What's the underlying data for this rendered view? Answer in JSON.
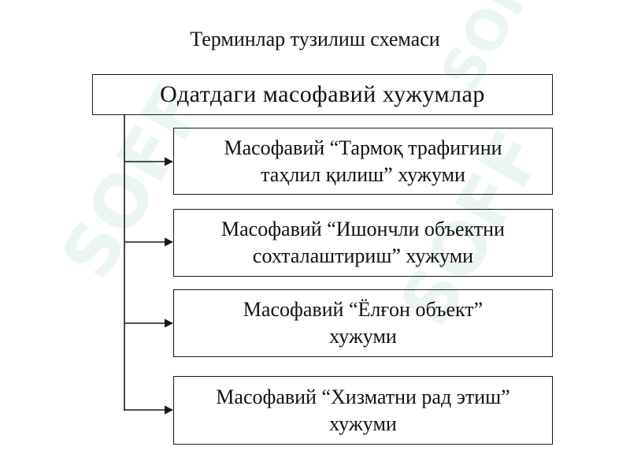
{
  "title": "Терминлар тузилиш схемаси",
  "root": {
    "label": "Одатдаги масофавий хужумлар"
  },
  "children": [
    {
      "label": "Масофавий  “Тармоқ трафигини\nтаҳлил қилиш” хужуми"
    },
    {
      "label": "Масофавий  “Ишончли объектни\nсохталаштириш” хужуми"
    },
    {
      "label": "Масофавий  “Ёлғон объект”\nхужуми"
    },
    {
      "label": "Масофавий “Хизматни рад этиш”\nхужуми"
    }
  ],
  "watermark": {
    "text": "SOFF",
    "color": "#2e9e5b"
  },
  "colors": {
    "line": "#1a1a1a",
    "text": "#111111",
    "background": "#ffffff"
  }
}
